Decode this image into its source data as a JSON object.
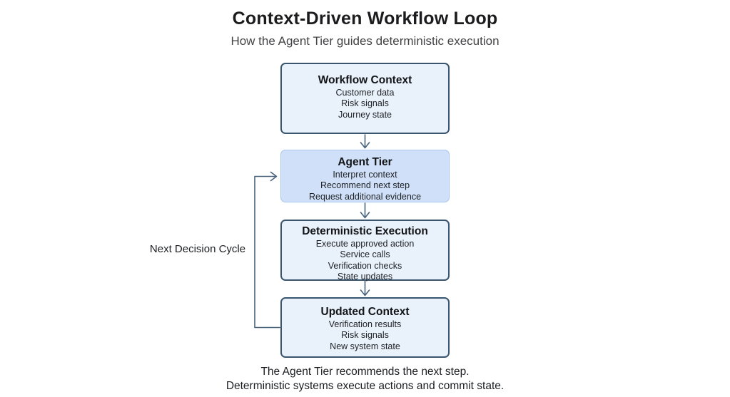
{
  "header": {
    "title": "Context-Driven Workflow Loop",
    "subtitle": "How the Agent Tier guides deterministic execution"
  },
  "boxes": [
    {
      "title": "Workflow Context",
      "items": [
        "Customer data",
        "Risk signals",
        "Journey state"
      ]
    },
    {
      "title": "Agent Tier",
      "items": [
        "Interpret context",
        "Recommend next step",
        "Request additional evidence"
      ],
      "highlighted": true
    },
    {
      "title": "Deterministic Execution",
      "items": [
        "Execute approved action",
        "Service calls",
        "Verification checks",
        "State updates"
      ]
    },
    {
      "title": "Updated Context",
      "items": [
        "Verification results",
        "Risk signals",
        "New system state"
      ]
    }
  ],
  "loop_label": "Next Decision Cycle",
  "caption": {
    "line1": "The Agent Tier recommends the next step.",
    "line2": "Deterministic systems execute actions and commit state."
  },
  "colors": {
    "box_border": "#3a566e",
    "box_fill": "#e9f1fa",
    "agent_fill": "#cfe0f8",
    "agent_border": "#a9c6ec",
    "arrow": "#47637c",
    "title_text": "#1c1c1e",
    "subtitle_text": "#434345"
  }
}
